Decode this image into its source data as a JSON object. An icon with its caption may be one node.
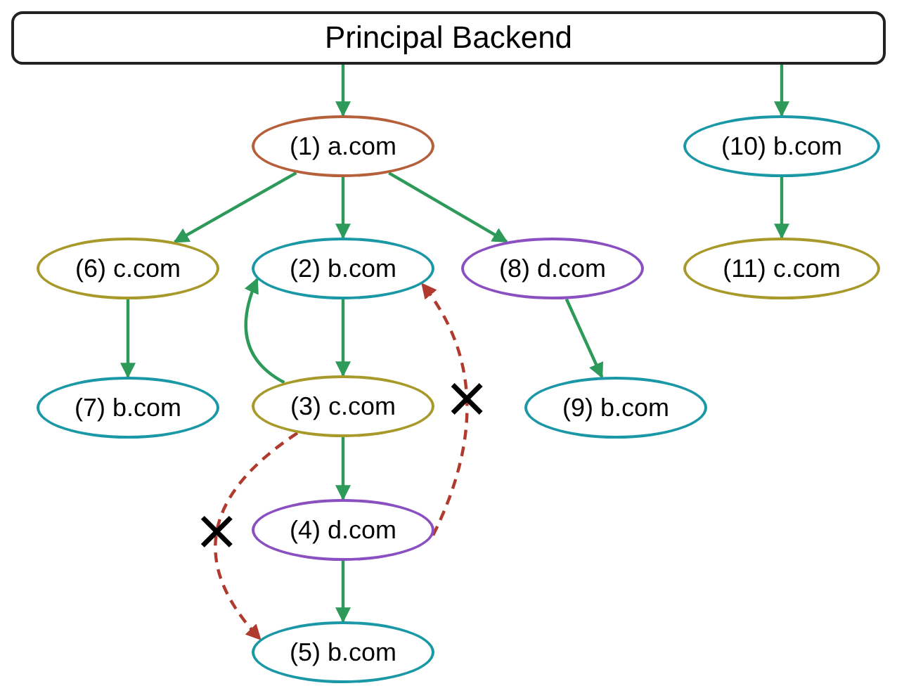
{
  "diagram": {
    "nodes": [
      {
        "text": [
          "Principal Backend"
        ]
      },
      {
        "text": [
          "(1) a.com"
        ]
      },
      {
        "text": [
          "(10) b.com"
        ]
      },
      {
        "text": [
          "(6) c.com"
        ]
      },
      {
        "text": [
          "(2) b.com"
        ]
      },
      {
        "text": [
          "(8) d.com"
        ]
      },
      {
        "text": [
          "(11) c.com"
        ]
      },
      {
        "text": [
          "(7) b.com"
        ]
      },
      {
        "text": [
          "(3) c.com"
        ]
      },
      {
        "text": [
          "(9) b.com"
        ]
      },
      {
        "text": [
          "(4) d.com"
        ]
      },
      {
        "text": [
          "(5) b.com"
        ]
      }
    ],
    "edges": [
      {
        "from": 0,
        "to": 1,
        "arrow": "to"
      },
      {
        "from": 0,
        "to": 2,
        "arrow": "to"
      },
      {
        "from": 1,
        "to": 3,
        "arrow": "to"
      },
      {
        "from": 1,
        "to": 4,
        "arrow": "to"
      },
      {
        "from": 1,
        "to": 5,
        "arrow": "to"
      },
      {
        "from": 2,
        "to": 6,
        "arrow": "to"
      },
      {
        "from": 3,
        "to": 7,
        "arrow": "to"
      },
      {
        "from": 4,
        "to": 8,
        "arrow": "to"
      },
      {
        "from": 8,
        "to": 4,
        "arrow": "to"
      },
      {
        "from": 5,
        "to": 9,
        "arrow": "to"
      },
      {
        "from": 8,
        "to": 10,
        "arrow": "to"
      },
      {
        "from": 10,
        "to": 11,
        "arrow": "to"
      },
      {
        "from": 8,
        "to": 11,
        "arrow": "to",
        "style": "dashed",
        "color": "#b03a2e"
      },
      {
        "from": 10,
        "to": 4,
        "arrow": "to",
        "style": "dashed",
        "color": "#b03a2e"
      }
    ]
  }
}
